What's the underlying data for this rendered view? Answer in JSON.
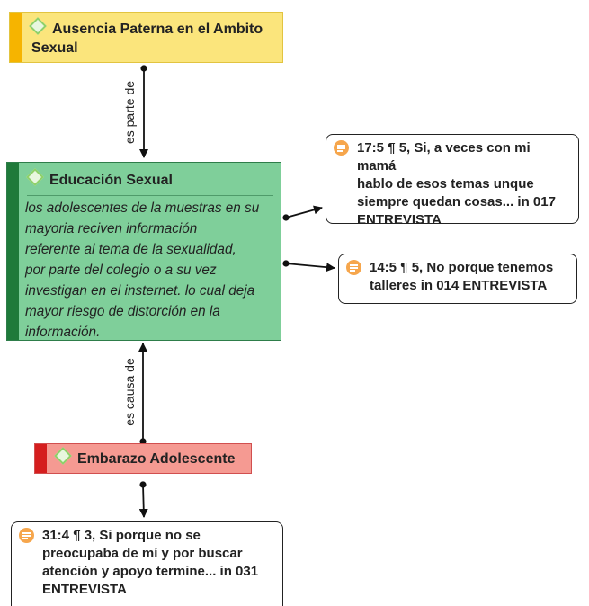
{
  "codes": {
    "ausencia": {
      "title_line1": "Ausencia Paterna en el Ambito",
      "title_line2": "Sexual",
      "color": "#fbe57c",
      "stripe": "#f6b400"
    },
    "educacion": {
      "title": "Educación Sexual",
      "comment": [
        "los adolescentes de la muestras en su",
        "mayoria reciven  información",
        "referente al tema de la sexualidad,",
        "por parte del colegio o a su vez",
        "investigan en el insternet. lo cual deja",
        "mayor riesgo de distorción  en la",
        "información."
      ],
      "color": "#7fcf9a",
      "stripe": "#1f7a3a"
    },
    "embarazo": {
      "title": "Embarazo Adolescente",
      "color": "#f59a92",
      "stripe": "#d51e1e"
    }
  },
  "quotations": {
    "q17": [
      "17:5 ¶ 5, Si, a veces con mi mamá",
      "hablo de esos temas unque",
      "siempre quedan cosas... in 017",
      "ENTREVISTA"
    ],
    "q14": [
      "14:5 ¶ 5, No porque tenemos",
      "talleres in 014 ENTREVISTA"
    ],
    "q31": [
      "31:4 ¶ 3, Si porque no se",
      "preocupaba de mí y por buscar",
      "atención y apoyo termine... in 031",
      "ENTREVISTA"
    ]
  },
  "relations": {
    "es_parte_de": "es parte de",
    "es_causa_de": "es causa de"
  },
  "icons": {
    "code": "diamond-icon",
    "quotation": "quotation-icon"
  }
}
